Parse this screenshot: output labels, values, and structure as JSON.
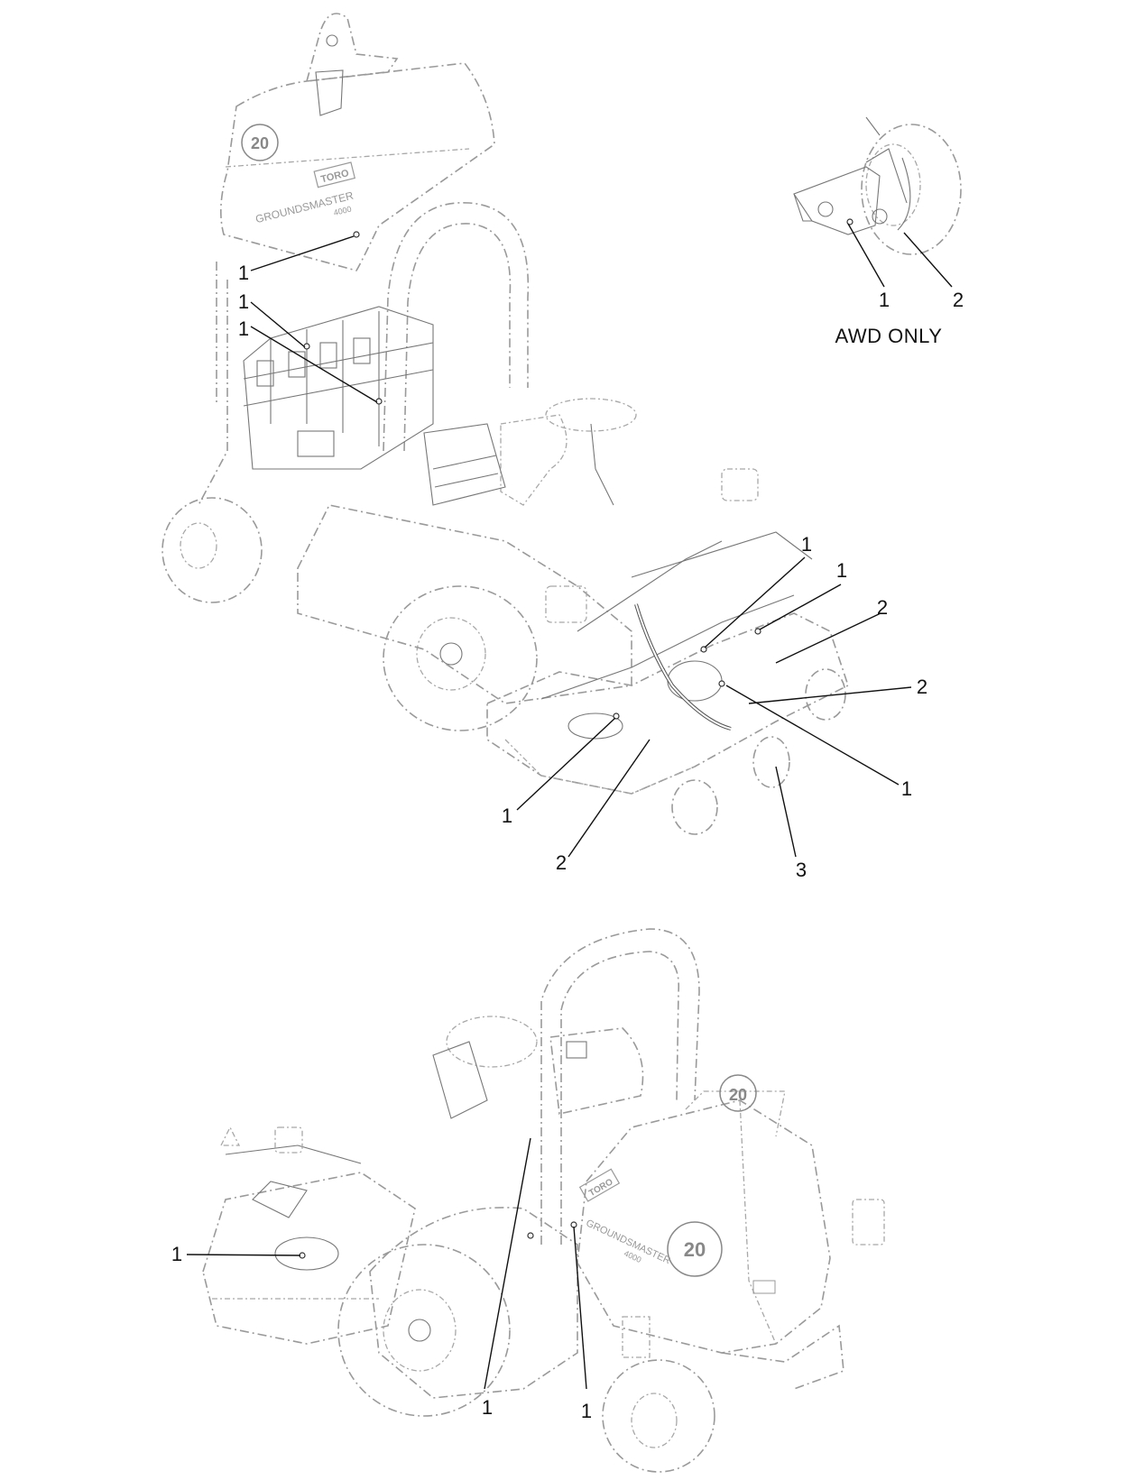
{
  "note": "AWD ONLY",
  "callouts": [
    "1",
    "1",
    "1",
    "1",
    "2",
    "1",
    "1",
    "2",
    "2",
    "1",
    "1",
    "2",
    "3",
    "1",
    "1",
    "1"
  ],
  "hood_badges": [
    "20",
    "20",
    "20"
  ],
  "brand": {
    "logo": "TORO",
    "model": "GROUNDSMASTER",
    "submodel": "4000"
  }
}
